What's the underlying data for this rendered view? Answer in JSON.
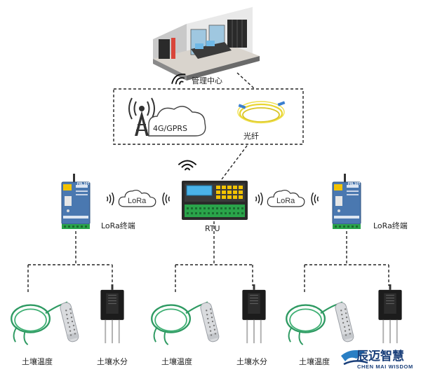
{
  "diagram": {
    "management_center": "管理中心",
    "cellular": "4G/GPRS",
    "fiber": "光纤",
    "rtu": "RTU",
    "lora": "LoRa",
    "lora_terminal": "LoRa终端",
    "soil_temperature": "土壤温度",
    "soil_moisture": "土壤水分",
    "device_model": "F8L10T"
  },
  "brand": {
    "name_cn": "辰迈智慧",
    "name_en": "CHEN MAI WISDOM",
    "color": "#1a3f7a"
  },
  "colors": {
    "device_blue": "#4a78b0",
    "terminal_green": "#2aa44a",
    "cable_green": "#2e9a62",
    "fiber_yellow": "#e8d530",
    "lcd": "#4ab3e8",
    "line": "#222222"
  }
}
